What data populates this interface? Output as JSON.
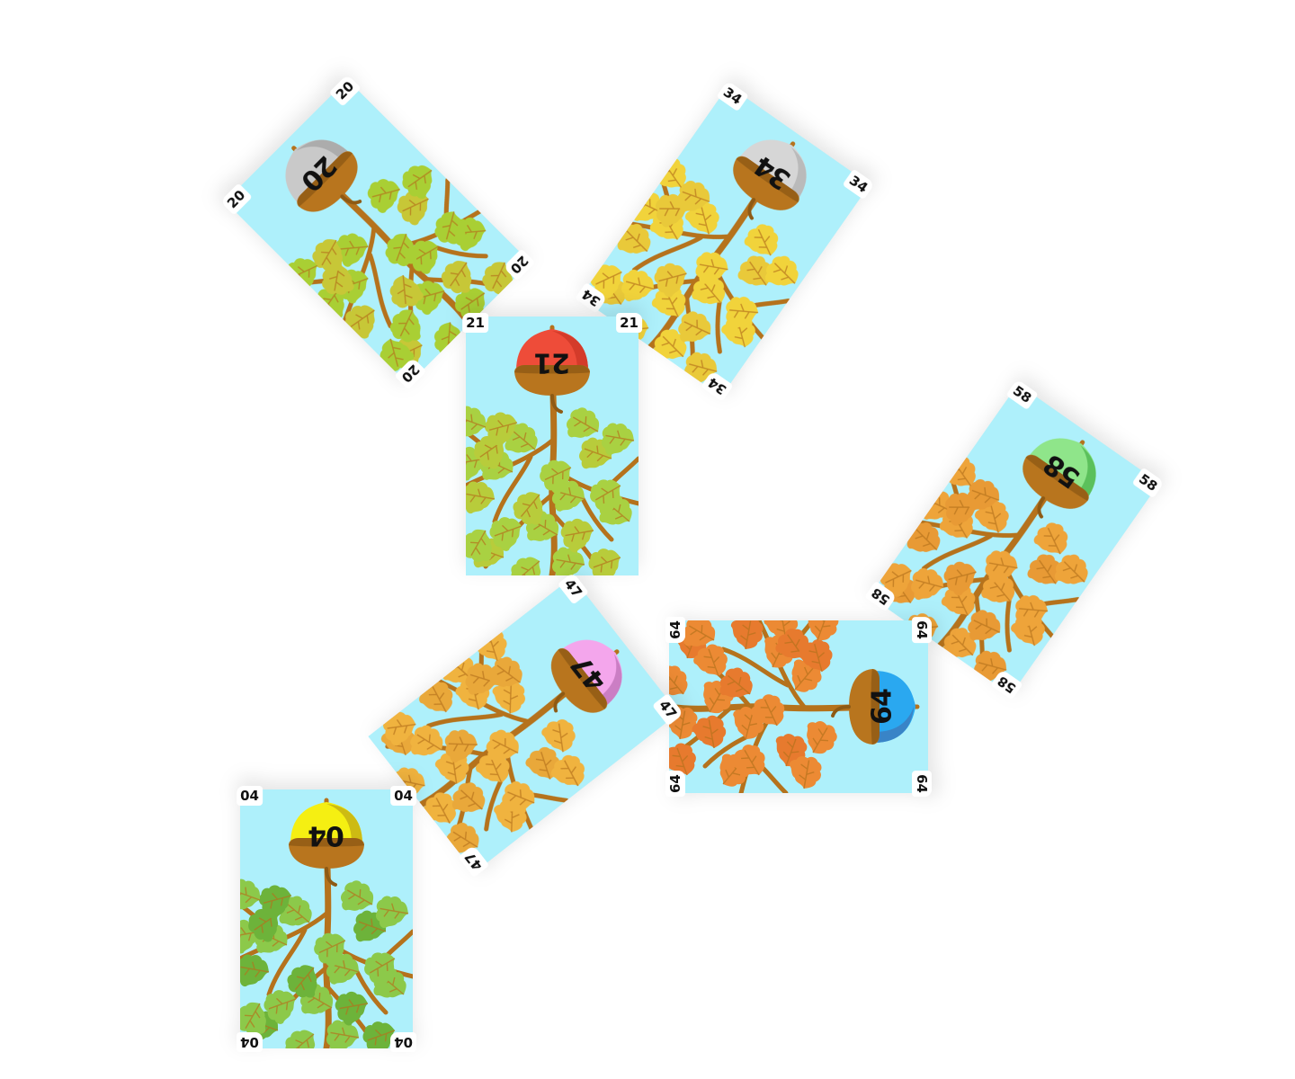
{
  "board": {
    "cards": [
      {
        "id": "card-20",
        "number": "20",
        "corner": "20",
        "leaf_main": "#a9cf34",
        "leaf_alt": "#c7c737",
        "cap": "#c9c9c9",
        "cap_shade": "#a9a9a9",
        "corners": [
          "tl",
          "tr",
          "bl",
          "br"
        ]
      },
      {
        "id": "card-34",
        "number": "34",
        "corner": "34",
        "leaf_main": "#f1d33b",
        "leaf_alt": "#e9c93a",
        "cap": "#d6d6d6",
        "cap_shade": "#b7b7b7",
        "corners": [
          "tl",
          "tr",
          "bl",
          "br"
        ]
      },
      {
        "id": "card-21",
        "number": "21",
        "corner": "21",
        "leaf_main": "#a9d142",
        "leaf_alt": "#b8cc3b",
        "cap": "#ee4c39",
        "cap_shade": "#d03a29",
        "corners": [
          "bl",
          "br"
        ]
      },
      {
        "id": "card-58",
        "number": "58",
        "corner": "58",
        "leaf_main": "#eea43a",
        "leaf_alt": "#e89a35",
        "cap": "#8fe58a",
        "cap_shade": "#55bb55",
        "corners": [
          "tl",
          "tr",
          "bl",
          "br"
        ]
      },
      {
        "id": "card-64",
        "number": "64",
        "corner": "64",
        "leaf_main": "#ec8a34",
        "leaf_alt": "#e77a2e",
        "cap": "#2aa8f0",
        "cap_shade": "#3b7fc2",
        "corners": [
          "tl",
          "tr",
          "bl",
          "br"
        ]
      },
      {
        "id": "card-47",
        "number": "47",
        "corner": "47",
        "leaf_main": "#f0b33f",
        "leaf_alt": "#e9a83a",
        "cap": "#f4a6ec",
        "cap_shade": "#c77ac0",
        "corners": [
          "tl",
          "bl",
          "br"
        ]
      },
      {
        "id": "card-04",
        "number": "04",
        "corner": "04",
        "leaf_main": "#8cc94a",
        "leaf_alt": "#6db33a",
        "cap": "#f5ef12",
        "cap_shade": "#c9b514",
        "corners": [
          "tl",
          "tr",
          "bl",
          "br"
        ]
      }
    ]
  },
  "colors": {
    "sky": "#aef0fb",
    "branch": "#b5721c",
    "acorn_cap": "#b8751e",
    "acorn_cap_dark": "#8e5a14"
  }
}
